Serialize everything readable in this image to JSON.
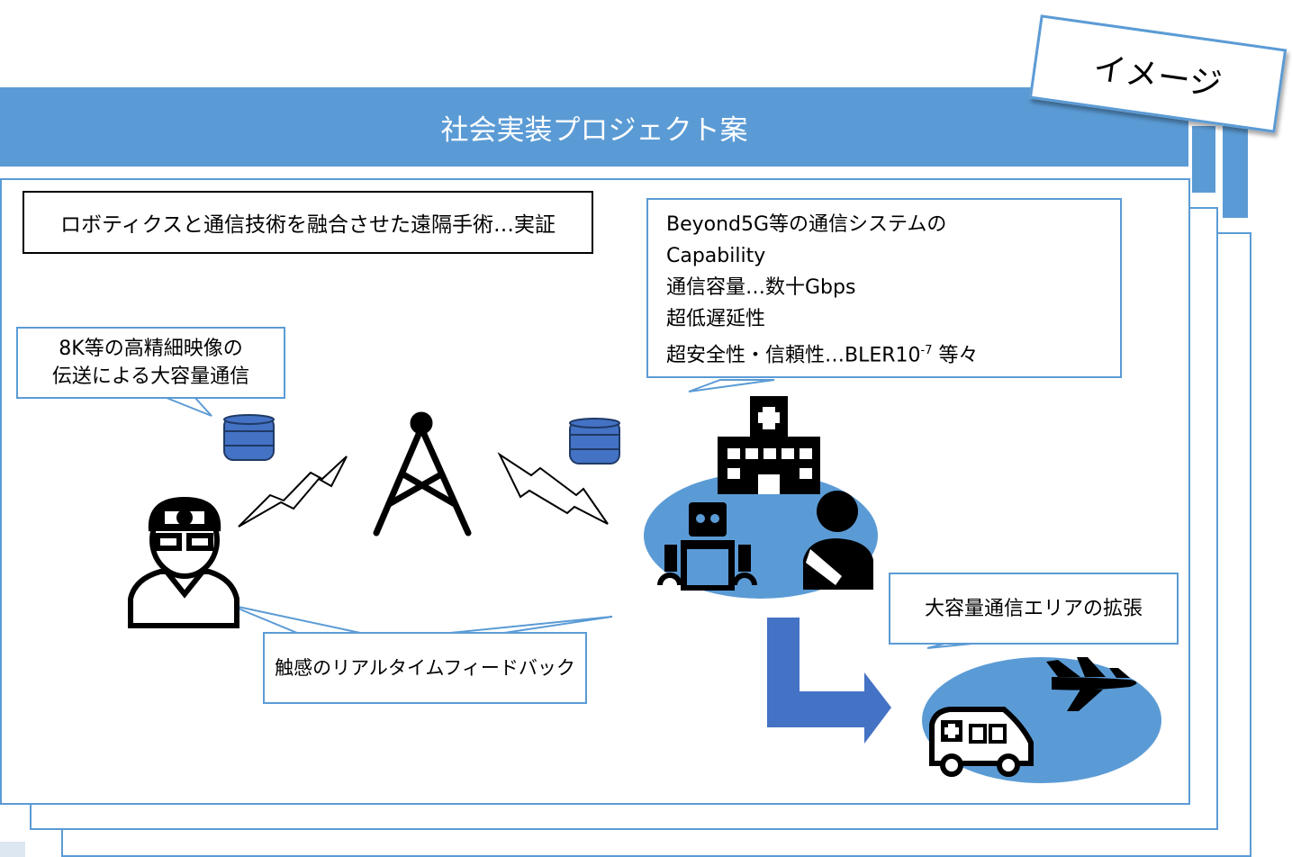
{
  "banner": {
    "title": "社会実装プロジェクト案"
  },
  "image_tag": "イメージ",
  "main_title": "ロボティクスと通信技術を融合させた遠隔手術…実証",
  "left_callout": {
    "line1": "8K等の高精細映像の",
    "line2": "伝送による大容量通信"
  },
  "capability": {
    "line1": "Beyond5G等の通信システムの",
    "line2": "Capability",
    "line3": "通信容量…数十Gbps",
    "line4": "超低遅延性",
    "line5_main": "超安全性・信頼性…BLER10",
    "line5_sup": "-7",
    "line5_tail": " 等々"
  },
  "feedback_callout": "触感のリアルタイムフィードバック",
  "expansion_callout": "大容量通信エリアの拡張",
  "colors": {
    "accent": "#5b9bd5",
    "arrow": "#4472c4",
    "ellipse": "#5b9bd5"
  },
  "icons": [
    "doctor-icon",
    "tower-icon",
    "database-icon",
    "lightning-icon",
    "hospital-icon",
    "robot-icon",
    "patient-icon",
    "ambulance-icon",
    "airplane-icon"
  ]
}
